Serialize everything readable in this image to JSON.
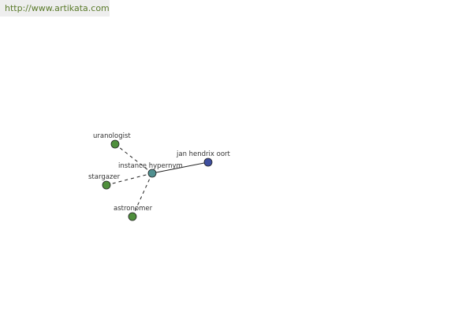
{
  "banner": {
    "url": "http://www.artikata.com"
  },
  "diagram": {
    "colors": {
      "hyponym_node": "#4f8f3c",
      "center_node": "#4f8f8f",
      "instance_node": "#3f4f9f",
      "edge": "#222222"
    },
    "center": {
      "label": "instance hypernym"
    },
    "nodes": [
      {
        "id": "uranologist",
        "label": "uranologist",
        "type": "hyponym"
      },
      {
        "id": "stargazer",
        "label": "stargazer",
        "type": "hyponym"
      },
      {
        "id": "astronomer",
        "label": "astronomer",
        "type": "hyponym"
      },
      {
        "id": "jan-hendrix-oort",
        "label": "jan hendrix oort",
        "type": "instance"
      }
    ]
  }
}
